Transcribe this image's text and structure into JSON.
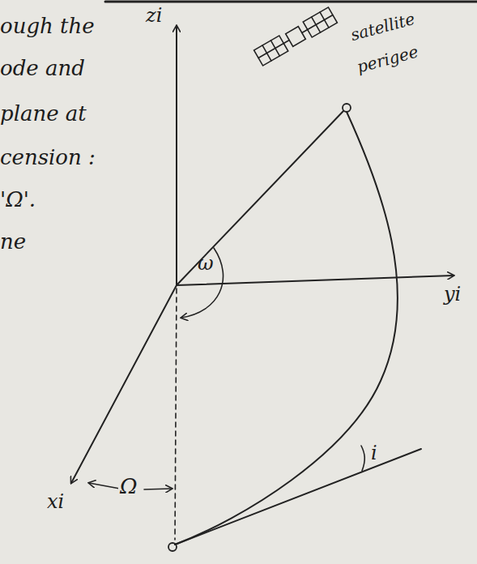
{
  "diagram": {
    "labels": [
      "ough the",
      "ode and",
      "plane at",
      "cension :",
      "'Ω'.",
      "ne",
      "zi",
      "yi",
      "xi",
      "satellite",
      "perigee",
      "ω",
      "Ω",
      "i"
    ]
  }
}
